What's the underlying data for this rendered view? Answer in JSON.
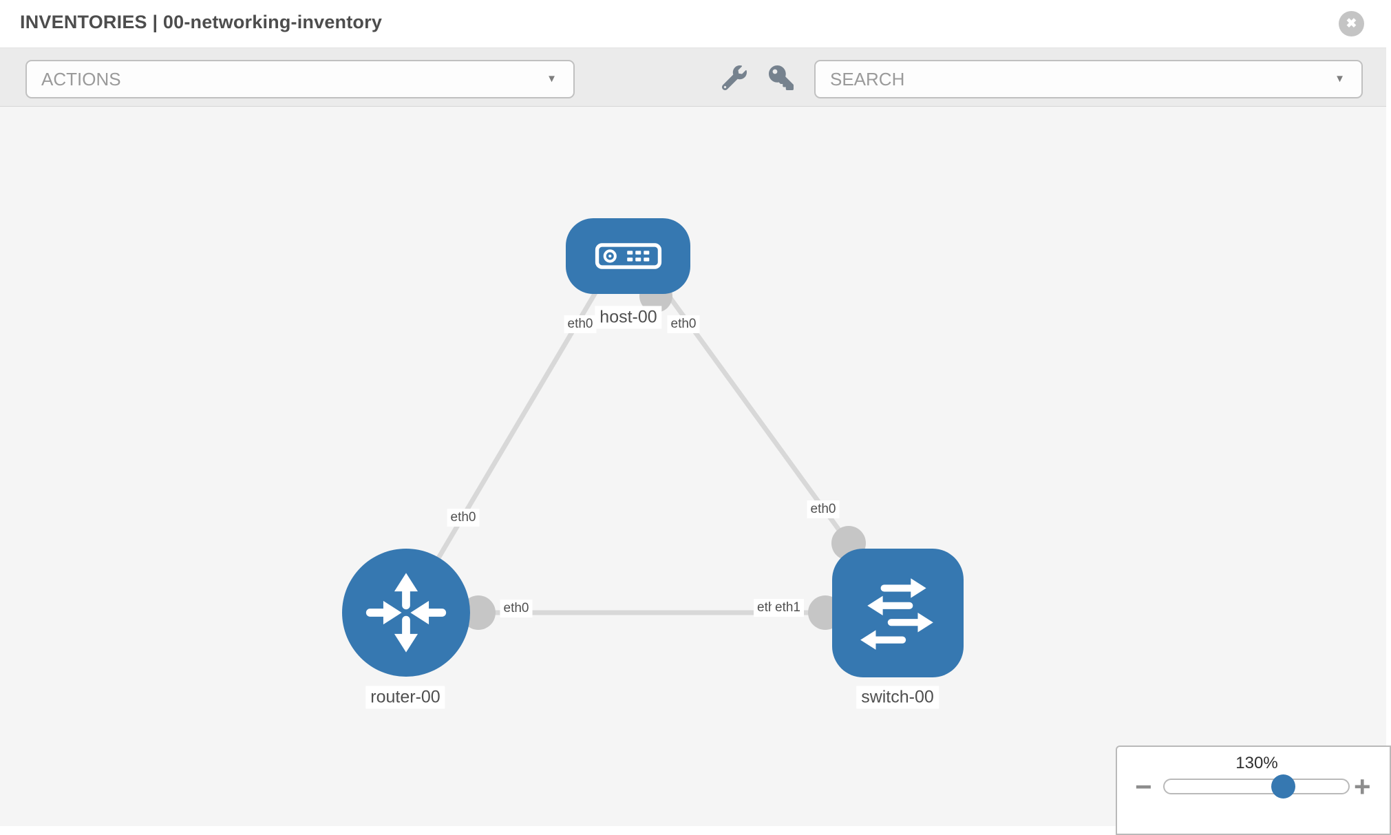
{
  "header": {
    "title": "INVENTORIES | 00-networking-inventory",
    "close_glyph": "✖"
  },
  "toolbar": {
    "actions_label": "ACTIONS",
    "search_label": "SEARCH",
    "caret_glyph": "▼",
    "icons": [
      "wrench-icon",
      "key-icon"
    ]
  },
  "canvas": {
    "nodes": [
      {
        "label": "host-00",
        "type": "host"
      },
      {
        "label": "router-00",
        "type": "router"
      },
      {
        "label": "switch-00",
        "type": "switch"
      }
    ],
    "links": [
      {
        "source": "host-00",
        "target": "router-00",
        "source_interface": "eth0",
        "target_interface": "eth0"
      },
      {
        "source": "host-00",
        "target": "switch-00",
        "source_interface": "eth0",
        "target_interface": "eth0"
      },
      {
        "source": "router-00",
        "target": "switch-00",
        "source_interface": "eth0",
        "target_interfaces": [
          "eth0",
          "eth1"
        ]
      }
    ],
    "labels": {
      "l1_host": "eth0",
      "l1_router": "eth0",
      "l2_host": "eth0",
      "l2_switch": "eth0",
      "l3_router": "eth0",
      "l3_switch_back": "eth0",
      "l3_switch_front": "eth1"
    }
  },
  "zoom_control": {
    "level": "130%",
    "value": 130,
    "minus_glyph": "−",
    "plus_glyph": "+"
  },
  "colors": {
    "node_blue": "#3678b1",
    "link_gray": "#d8d8d8",
    "port_gray": "#c6c6c6",
    "canvas_bg": "#f5f5f5",
    "icon_gray": "#76828e"
  }
}
